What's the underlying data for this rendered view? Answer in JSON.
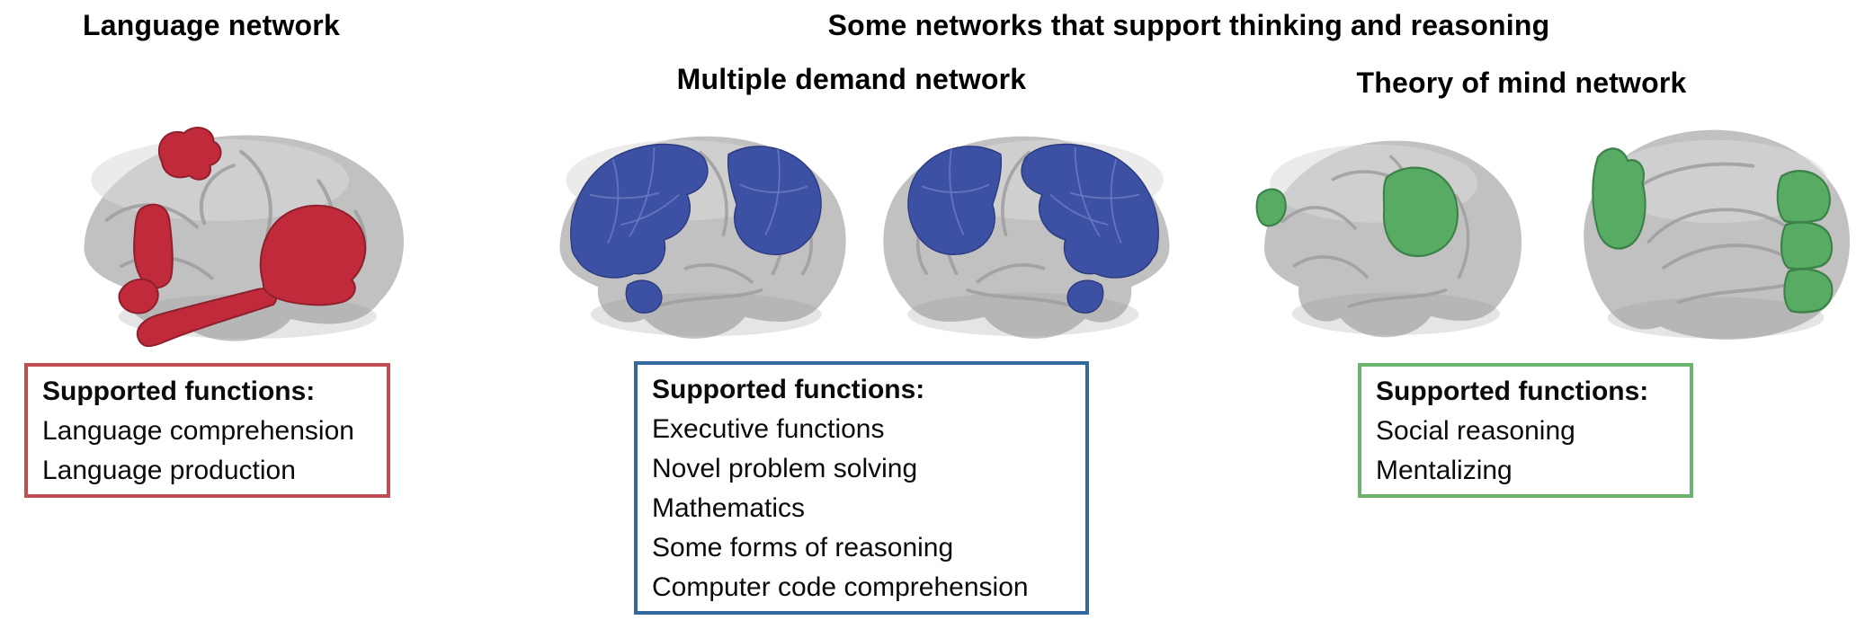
{
  "titles": {
    "language": "Language network",
    "thinking_reasoning": "Some networks that support thinking and reasoning",
    "multiple_demand": "Multiple demand network",
    "theory_of_mind": "Theory of mind network"
  },
  "boxes": {
    "language": {
      "heading": "Supported functions:",
      "items": [
        "Language comprehension",
        "Language production"
      ]
    },
    "multiple_demand": {
      "heading": "Supported functions:",
      "items": [
        "Executive functions",
        "Novel problem solving",
        "Mathematics",
        "Some forms of reasoning",
        "Computer code comprehension"
      ]
    },
    "theory_of_mind": {
      "heading": "Supported functions:",
      "items": [
        "Social reasoning",
        "Mentalizing"
      ]
    }
  },
  "brains": [
    {
      "network": "language",
      "view": "lateral",
      "region_color": "#c02a3a"
    },
    {
      "network": "multiple_demand",
      "view": "lateral-left",
      "region_color": "#3c50a4"
    },
    {
      "network": "multiple_demand",
      "view": "lateral-right",
      "region_color": "#3c50a4"
    },
    {
      "network": "theory_of_mind",
      "view": "lateral",
      "region_color": "#58ab62"
    },
    {
      "network": "theory_of_mind",
      "view": "medial",
      "region_color": "#58ab62"
    }
  ],
  "colors": {
    "language_region": "#c02a3a",
    "language_box_border": "#c14c52",
    "md_region": "#3c50a4",
    "md_box_border": "#336a9e",
    "tom_region": "#58ab62",
    "tom_box_border": "#6cb36e",
    "brain_gray": "#c1c1c1"
  }
}
